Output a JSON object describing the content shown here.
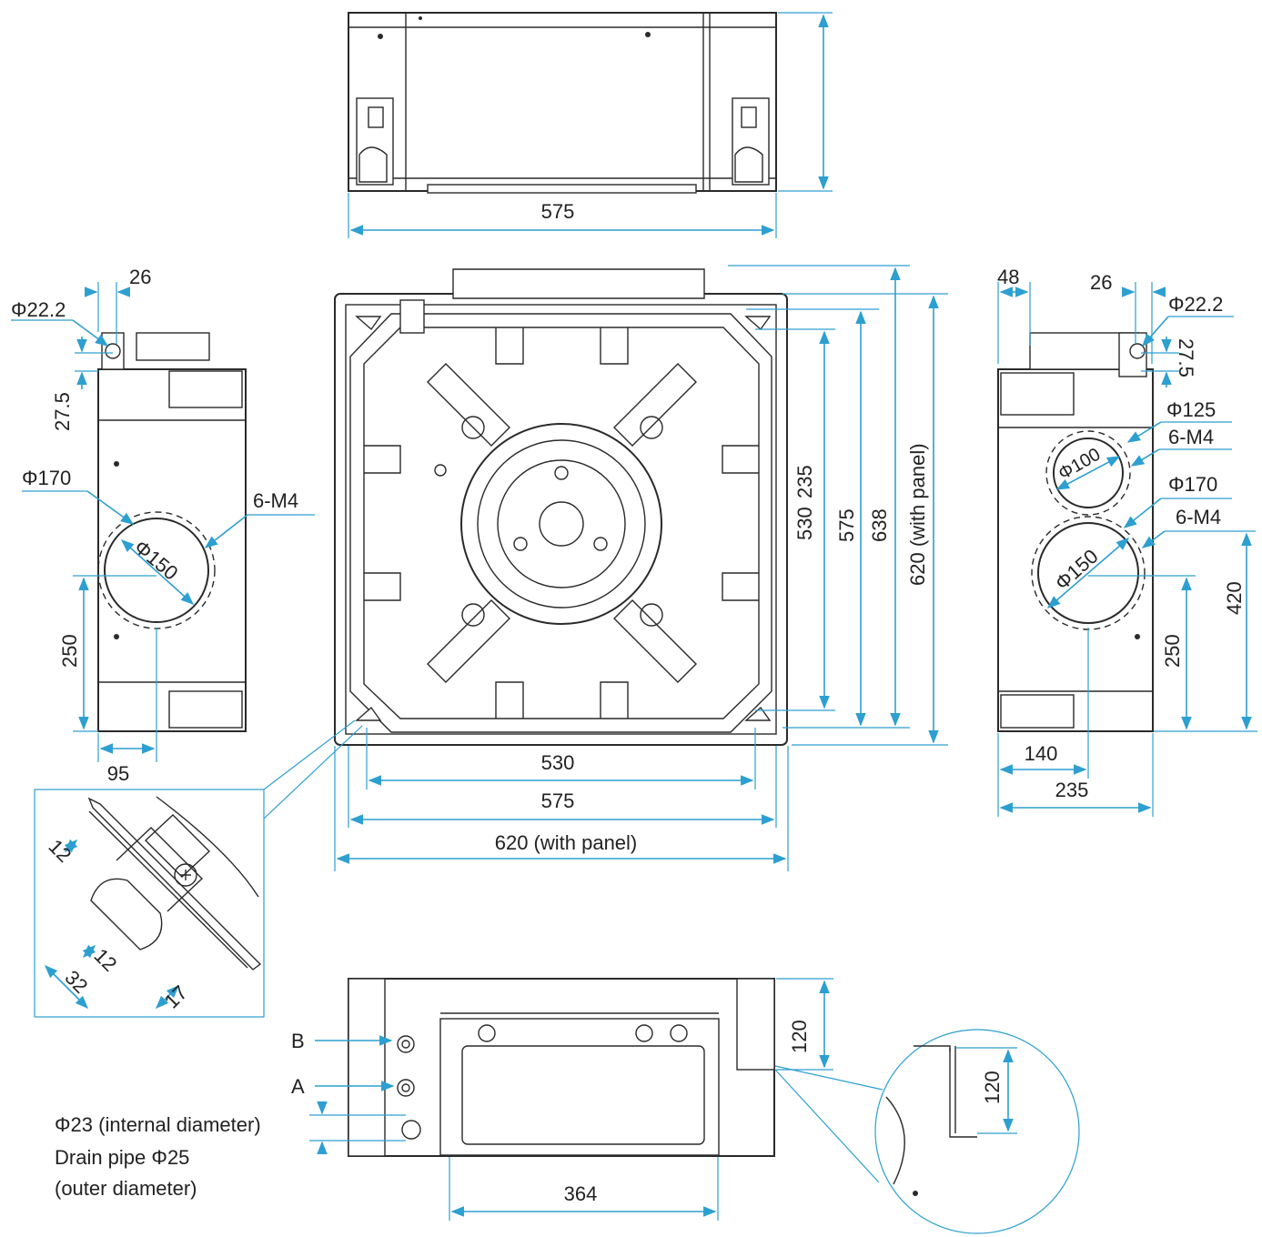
{
  "top_view": {
    "width_dim": "575"
  },
  "left_view": {
    "dim_26": "26",
    "pipe_dia": "Φ22.2",
    "dim_27_5": "27.5",
    "flange_dia": "Φ170",
    "hole_spec": "6-M4",
    "duct_dia": "Φ150",
    "dim_250": "250",
    "dim_95": "95"
  },
  "main_view": {
    "vert_530": "530",
    "vert_235": "235",
    "vert_575": "575",
    "vert_638": "638",
    "vert_620": "620 (with panel)",
    "horiz_530": "530",
    "horiz_575": "575",
    "horiz_620": "620 (with panel)"
  },
  "right_view": {
    "dim_48": "48",
    "dim_26": "26",
    "pipe_dia": "Φ22.2",
    "dim_27_5": "27.5",
    "flange_dia_top": "Φ125",
    "hole_spec_top": "6-M4",
    "duct_dia_top": "Φ100",
    "flange_dia_bottom": "Φ170",
    "hole_spec_bottom": "6-M4",
    "duct_dia_bottom": "Φ150",
    "dim_420": "420",
    "dim_250": "250",
    "dim_140": "140",
    "dim_235": "235"
  },
  "detail_view": {
    "dim_12_a": "12",
    "dim_12_b": "12",
    "dim_32": "32",
    "dim_17": "17"
  },
  "front_view": {
    "label_b": "B",
    "label_a": "A",
    "drain_line1": "Φ23 (internal diameter)",
    "drain_line2": "Drain pipe Φ25",
    "drain_line3": " (outer diameter)",
    "dim_120": "120",
    "dim_364": "364"
  },
  "circle_detail": {
    "dim_120": "120"
  }
}
